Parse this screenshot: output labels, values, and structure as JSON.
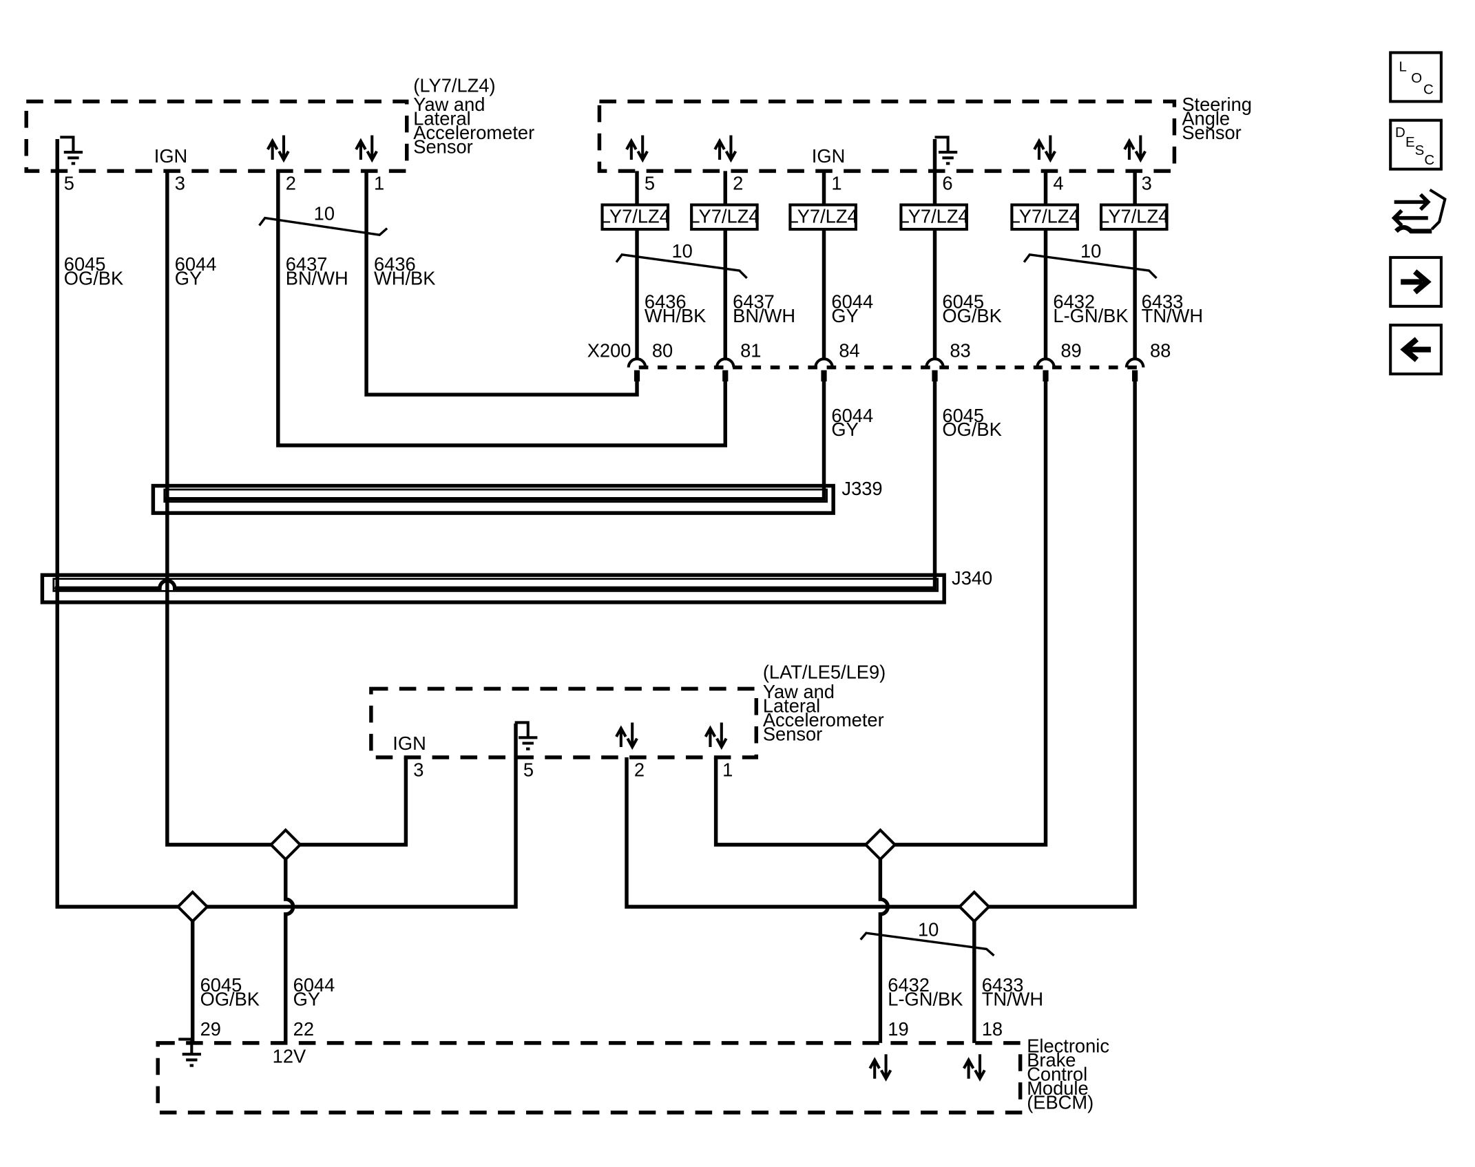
{
  "nav": {
    "loc": {
      "l1": "L",
      "l2": "O",
      "l3": "C"
    },
    "desc": {
      "l1": "D",
      "l2": "E",
      "l3": "S",
      "l4": "C"
    },
    "connector_icon": "connector-view-icon",
    "next_icon": "arrow-right-icon",
    "prev_icon": "arrow-left-icon"
  },
  "yaw1": {
    "option": "(LY7/LZ4)",
    "name": [
      "Yaw and",
      "Lateral",
      "Accelerometer",
      "Sensor"
    ],
    "ign": "IGN",
    "pins": {
      "p5": "5",
      "p3": "3",
      "p2": "2",
      "p1": "1"
    },
    "wires": {
      "w6045": [
        "6045",
        "OG/BK"
      ],
      "w6044": [
        "6044",
        "GY"
      ],
      "w6437": [
        "6437",
        "BN/WH"
      ],
      "w6436": [
        "6436",
        "WH/BK"
      ]
    },
    "twist": "10"
  },
  "sas": {
    "name": [
      "Steering",
      "Angle",
      "Sensor"
    ],
    "ign": "IGN",
    "pins": {
      "p5": "5",
      "p2": "2",
      "p1": "1",
      "p6": "6",
      "p4": "4",
      "p3": "3"
    },
    "option_tag": "LY7/LZ4",
    "twist_left": "10",
    "twist_right": "10",
    "wires": {
      "w6436": [
        "6436",
        "WH/BK"
      ],
      "w6437": [
        "6437",
        "BN/WH"
      ],
      "w6044": [
        "6044",
        "GY"
      ],
      "w6045": [
        "6045",
        "OG/BK"
      ],
      "w6432": [
        "6432",
        "L-GN/BK"
      ],
      "w6433": [
        "6433",
        "TN/WH"
      ]
    }
  },
  "x200": {
    "name": "X200",
    "pins": {
      "p80": "80",
      "p81": "81",
      "p84": "84",
      "p83": "83",
      "p89": "89",
      "p88": "88"
    }
  },
  "below_x200": {
    "w6044": [
      "6044",
      "GY"
    ],
    "w6045": [
      "6045",
      "OG/BK"
    ]
  },
  "splices": {
    "j339": "J339",
    "j340": "J340"
  },
  "yaw2": {
    "option": "(LAT/LE5/LE9)",
    "name": [
      "Yaw and",
      "Lateral",
      "Accelerometer",
      "Sensor"
    ],
    "ign": "IGN",
    "pins": {
      "p3": "3",
      "p5": "5",
      "p2": "2",
      "p1": "1"
    }
  },
  "ebcm": {
    "name": [
      "Electronic",
      "Brake",
      "Control",
      "Module",
      "(EBCM)"
    ],
    "v12": "12V",
    "pins": {
      "p29": "29",
      "p22": "22",
      "p19": "19",
      "p18": "18"
    },
    "wires": {
      "w6045": [
        "6045",
        "OG/BK"
      ],
      "w6044": [
        "6044",
        "GY"
      ],
      "w6432": [
        "6432",
        "L-GN/BK"
      ],
      "w6433": [
        "6433",
        "TN/WH"
      ]
    },
    "twist": "10"
  }
}
